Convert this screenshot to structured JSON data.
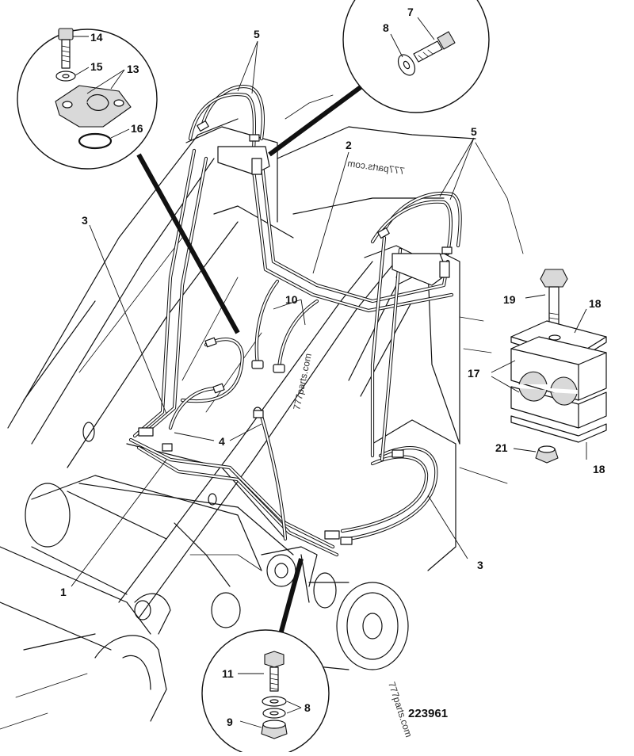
{
  "drawing_number": "223961",
  "watermarks": [
    "777parts.com",
    "777parts.com",
    "777parts.com"
  ],
  "callouts": {
    "c1": "1",
    "c2": "2",
    "c3a": "3",
    "c3b": "3",
    "c4": "4",
    "c5a": "5",
    "c5b": "5",
    "c7": "7",
    "c8a": "8",
    "c8b": "8",
    "c9": "9",
    "c10": "10",
    "c11": "11",
    "c13": "13",
    "c14": "14",
    "c15": "15",
    "c16": "16",
    "c17": "17",
    "c18a": "18",
    "c18b": "18",
    "c19": "19",
    "c21": "21"
  }
}
